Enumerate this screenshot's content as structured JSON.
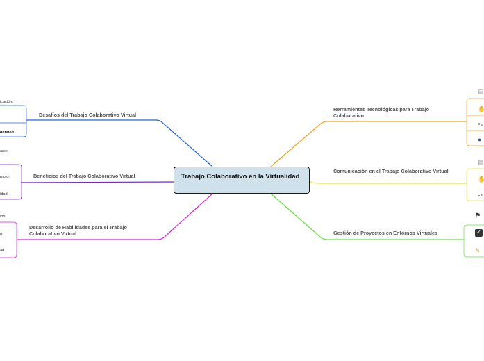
{
  "central_topic": "Trabajo Colaborativo en la Virtualidad",
  "branches": {
    "desafios": "Desafíos del Trabajo Colaborativo Virtual",
    "beneficios": "Beneficios del Trabajo Colaborativo Virtual",
    "desarrollo": "Desarrollo de Habilidades para el Trabajo Colaborativo Virtual",
    "herramientas": "Herramientas Tecnológicas para Trabajo Colaborativo",
    "comunicacion": "Comunicación en el Trabajo Colaborativo Virtual",
    "gestion": "Gestión de Proyectos en Entornos Virtuales"
  },
  "leaves": {
    "desafios_1": "icación.",
    "desafios_2": "defined",
    "beneficios_1": "arse,",
    "beneficios_2": "moto.",
    "beneficios_3": "idad.",
    "desarrollo_1": "ión.",
    "desarrollo_2": "o.",
    "desarrollo_3": "ad.",
    "herramientas_1": "Pla",
    "comunicacion_1": "Ext"
  },
  "icons": [
    "note-icon",
    "hand-icon",
    "people-icon",
    "flag-icon",
    "check-icon",
    "pencil-icon"
  ],
  "colors": {
    "desafios": "#2266dd",
    "beneficios": "#7722cc",
    "desarrollo": "#dd22dd",
    "herramientas": "#f2a21e",
    "comunicacion": "#e0e83a",
    "gestion": "#66e044"
  }
}
